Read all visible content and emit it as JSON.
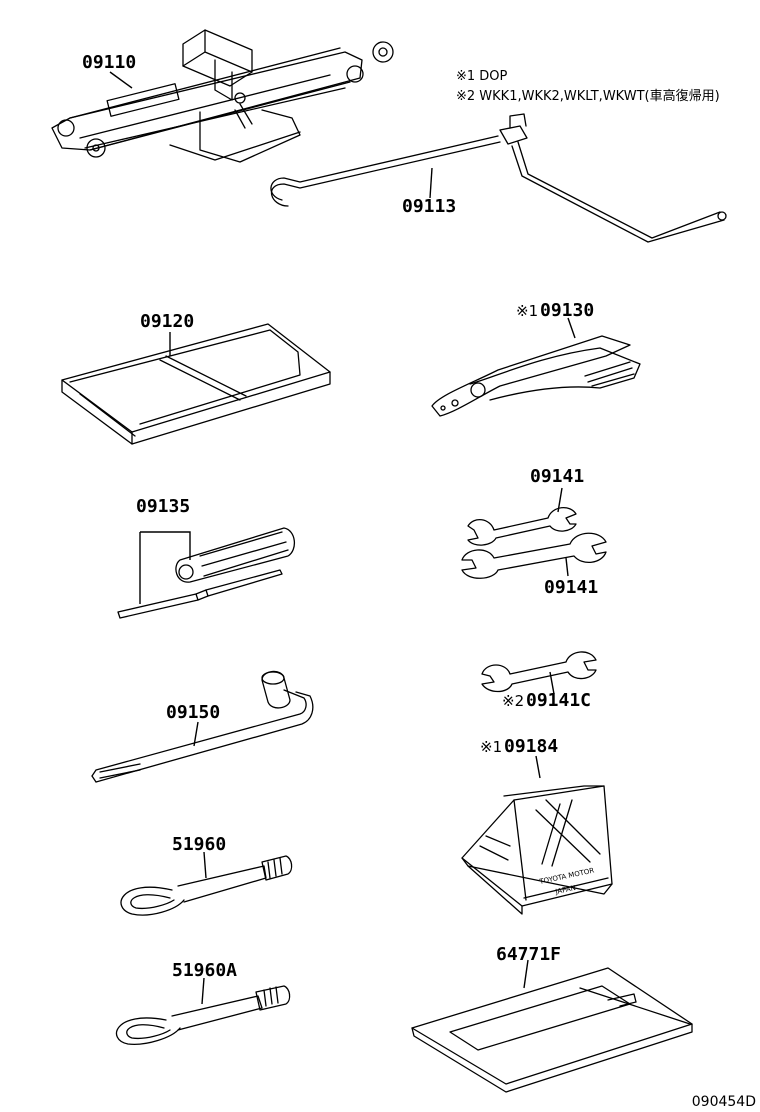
{
  "notes": {
    "line1": "※1 DOP",
    "line2": "※2 WKK1,WKK2,WKLT,WKWT(車高復帰用)"
  },
  "parts": {
    "p09110": {
      "mark": "",
      "code": "09110"
    },
    "p09113": {
      "mark": "",
      "code": "09113"
    },
    "p09120": {
      "mark": "",
      "code": "09120"
    },
    "p09130": {
      "mark": "※1",
      "code": "09130"
    },
    "p09135": {
      "mark": "",
      "code": "09135"
    },
    "p09141a": {
      "mark": "",
      "code": "09141"
    },
    "p09141b": {
      "mark": "",
      "code": "09141"
    },
    "p09141c": {
      "mark": "※2",
      "code": "09141C"
    },
    "p09150": {
      "mark": "",
      "code": "09150"
    },
    "p09184": {
      "mark": "※1",
      "code": "09184"
    },
    "p51960": {
      "mark": "",
      "code": "51960"
    },
    "p51960a": {
      "mark": "",
      "code": "51960A"
    },
    "p64771f": {
      "mark": "",
      "code": "64771F"
    }
  },
  "stamp": {
    "line1": "TOYOTA MOTOR",
    "line2": "JAPAN"
  },
  "diagram_code": "090454D"
}
